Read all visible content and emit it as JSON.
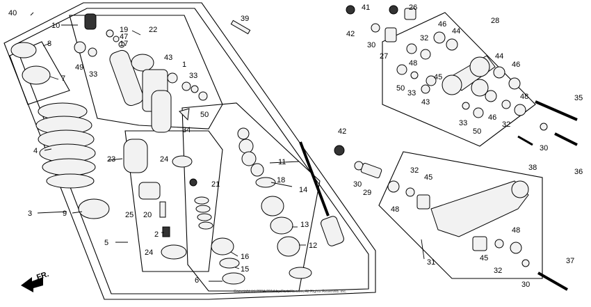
{
  "callouts": [
    "40",
    "10",
    "19",
    "47",
    "17",
    "22",
    "43",
    "1",
    "33",
    "50",
    "49",
    "33",
    "8",
    "7",
    "34",
    "4",
    "23",
    "24",
    "3",
    "9",
    "25",
    "20",
    "2",
    "5",
    "24",
    "21",
    "18",
    "14",
    "11",
    "13",
    "12",
    "16",
    "15",
    "6",
    "39",
    "42",
    "41",
    "26",
    "30",
    "27",
    "32",
    "48",
    "50",
    "33",
    "46",
    "44",
    "45",
    "43",
    "28",
    "44",
    "46",
    "48",
    "33",
    "50",
    "46",
    "32",
    "35",
    "38",
    "30",
    "36",
    "42",
    "30",
    "29",
    "48",
    "32",
    "45",
    "31",
    "45",
    "48",
    "32",
    "30",
    "37"
  ],
  "direction_label": "FR.",
  "copyright": "Copyright (c) 2004-2014 by Partzilla.com, All Rights Reserved. Inc."
}
